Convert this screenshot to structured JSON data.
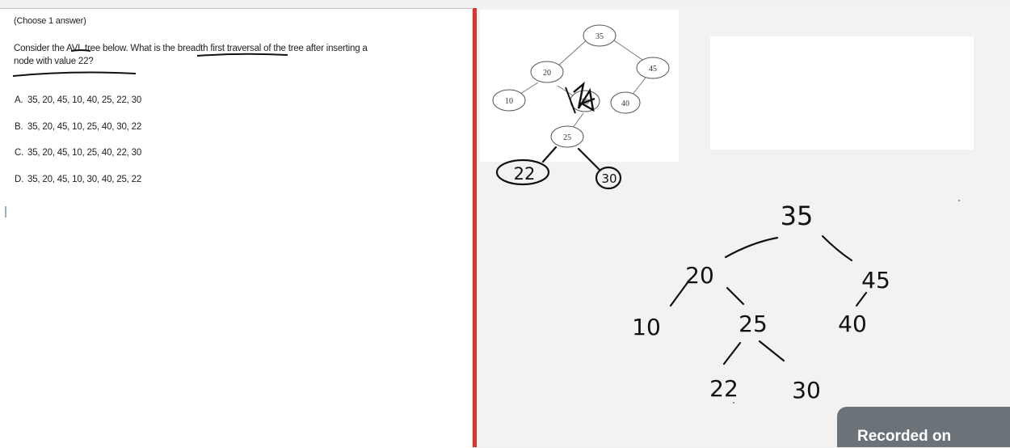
{
  "question": {
    "prompt": "(Choose 1 answer)",
    "text": "Consider the AVL tree below. What is the breadth first traversal of the tree after inserting a node with value 22?",
    "choices": [
      {
        "label": "A.",
        "text": "35, 20, 45, 10, 40, 25, 22, 30"
      },
      {
        "label": "B.",
        "text": "35, 20, 45, 10, 25, 40, 30, 22"
      },
      {
        "label": "C.",
        "text": "35, 20, 45, 10, 25, 40, 22, 30"
      },
      {
        "label": "D.",
        "text": "35, 20, 45, 10, 30, 40, 25, 22"
      }
    ]
  },
  "tree_image": {
    "nodes": [
      "35",
      "20",
      "45",
      "10",
      "30",
      "40",
      "25"
    ]
  },
  "annotations": {
    "inserted_node": "22",
    "moved_node": "30"
  },
  "handwritten_tree": {
    "nodes": [
      "35",
      "20",
      "45",
      "10",
      "25",
      "40",
      "22",
      "30"
    ]
  },
  "recording_badge": {
    "text": "Recorded on"
  },
  "colors": {
    "divider": "#e3312b",
    "badge": "#6b7378"
  }
}
